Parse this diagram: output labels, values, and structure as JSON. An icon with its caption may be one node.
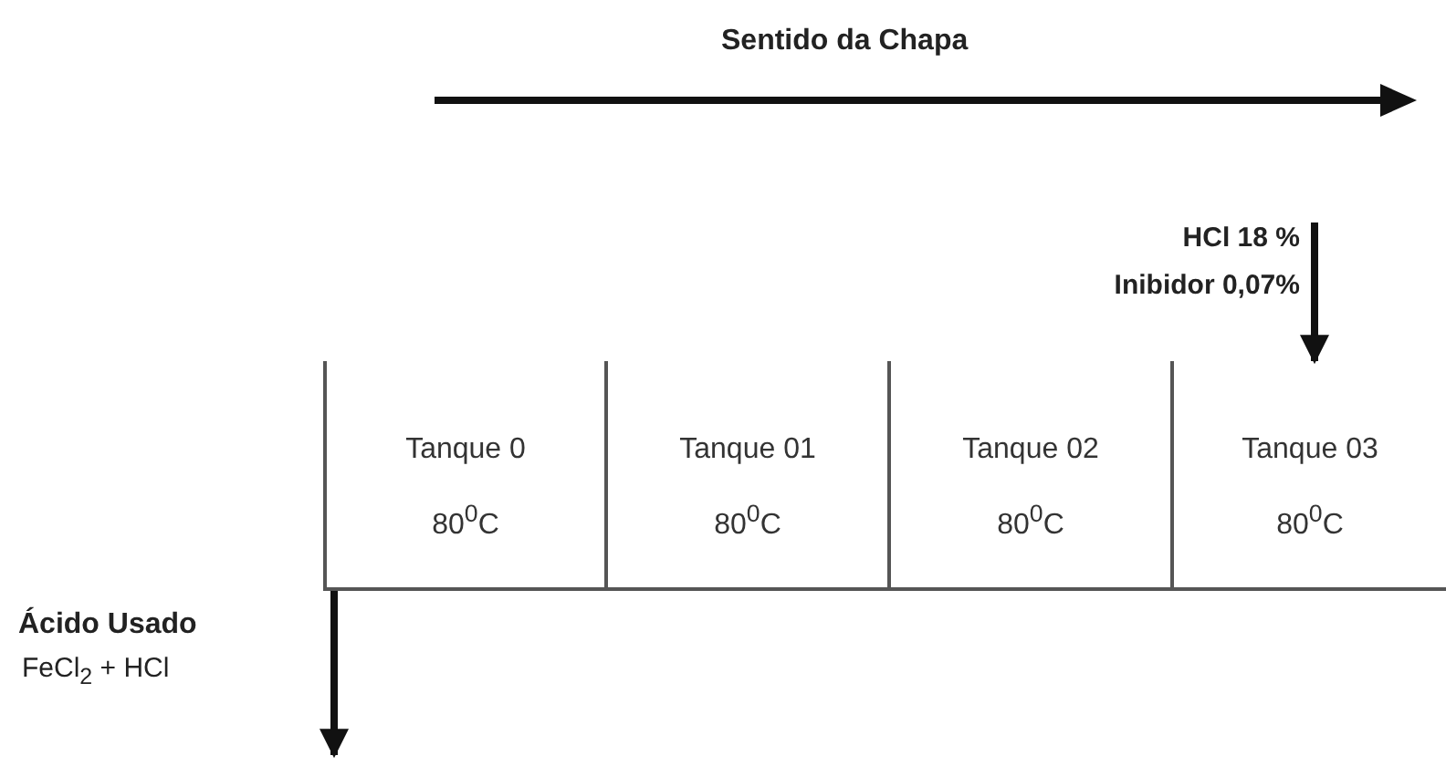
{
  "diagram": {
    "nodes": [
      {
        "text": [
          "HCl 18 %",
          "Inibidor 0,07%"
        ]
      },
      {
        "text": [
          "Tanque 0",
          "80$^{0}$C"
        ]
      },
      {
        "text": [
          "Tanque 01",
          "80$^{0}$C"
        ]
      },
      {
        "text": [
          "Tanque 02",
          "80$^{0}$C"
        ]
      },
      {
        "text": [
          "Tanque 03",
          "80$^{0}$C"
        ]
      }
    ],
    "edges": [
      {
        "from": 0,
        "to": 4,
        "arrow": "to"
      },
      {
        "from": 1,
        "to": null,
        "arrow": "to"
      }
    ],
    "labels": [
      "Sentido da Chapa",
      "Ácido Usado",
      "FeCl$_{2}$ + HCl"
    ]
  }
}
